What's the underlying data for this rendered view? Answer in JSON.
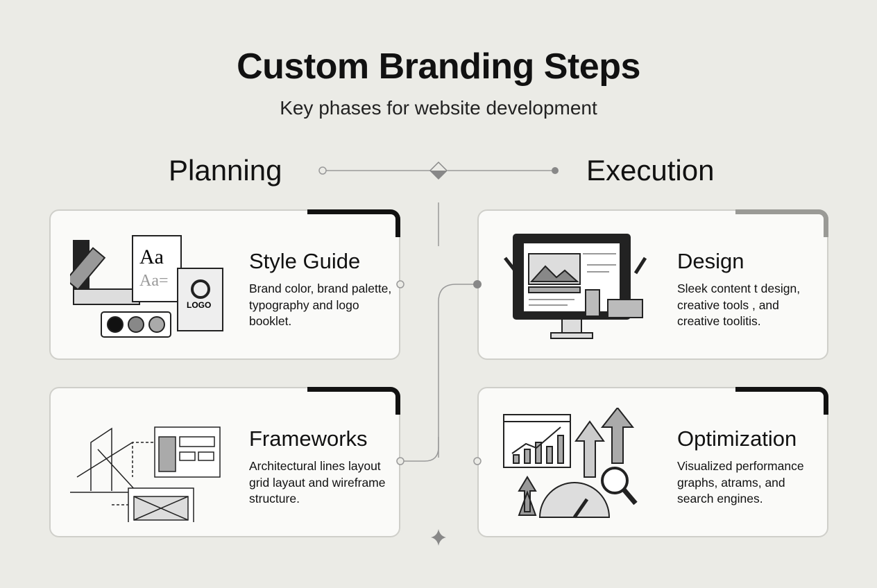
{
  "header": {
    "title": "Custom Branding Steps",
    "subtitle": "Key phases for website development"
  },
  "phases": {
    "left": "Planning",
    "right": "Execution"
  },
  "cards": [
    {
      "title": "Style Guide",
      "description": "Brand color, brand palette, typography and logo booklet.",
      "icon": "style-guide-illustration",
      "logo_text": "LOGO"
    },
    {
      "title": "Frameworks",
      "description": "Architectural lines layout grid layaut and wireframe structure.",
      "icon": "wireframe-illustration"
    },
    {
      "title": "Design",
      "description": "Sleek content t design, creative tools , and creative toolitis.",
      "icon": "monitor-design-illustration"
    },
    {
      "title": "Optimization",
      "description": "Visualized performance graphs, atrams, and search engines.",
      "icon": "performance-illustration"
    }
  ],
  "colors": {
    "background": "#ebebe6",
    "card": "#fafaf8",
    "accent": "#111111",
    "accent_muted": "#9a9a96"
  }
}
